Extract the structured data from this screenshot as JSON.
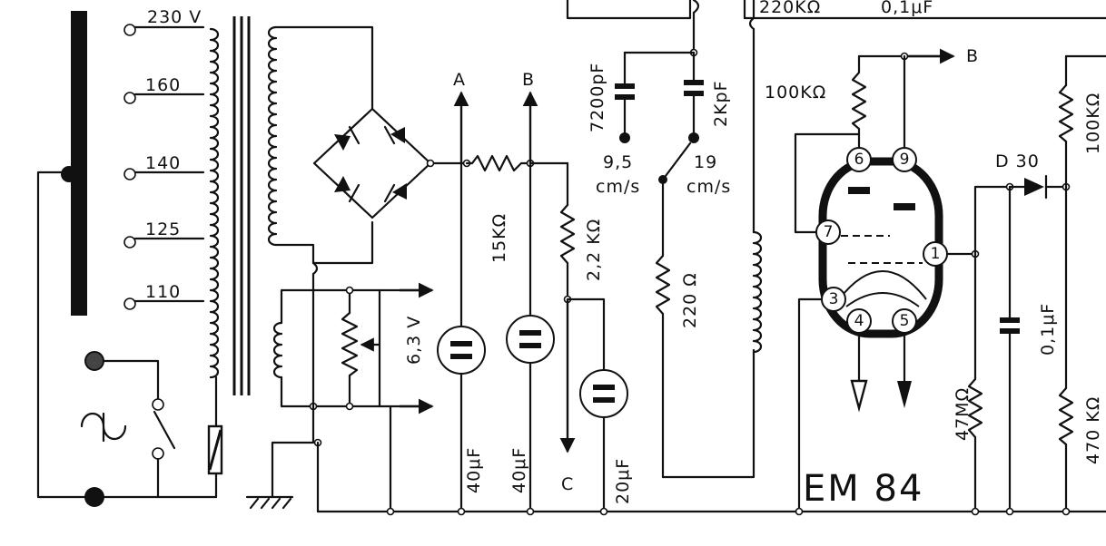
{
  "tap_labels": [
    "230 V",
    "160",
    "140",
    "125",
    "110"
  ],
  "heater_label": "6,3 V",
  "node_labels": {
    "a": "A",
    "b_top": "B",
    "b_right": "B",
    "c": "C"
  },
  "resistors": {
    "r15k": "15KΩ",
    "r22k": "2,2 KΩ",
    "r220k": "220KΩ",
    "r220": "220 Ω",
    "r100k_left": "100KΩ",
    "r100k_right": "100KΩ",
    "r47m": "47MΩ",
    "r470k": "470 KΩ"
  },
  "capacitors": {
    "c40a": "40μF",
    "c40b": "40μF",
    "c20": "20μF",
    "c7200": "7200pF",
    "c2k": "2KpF",
    "c01_top": "0,1μF",
    "c01_right": "0,1μF"
  },
  "speeds": {
    "s95_value": "9,5",
    "s95_unit": "cm/s",
    "s19_value": "19",
    "s19_unit": "cm/s"
  },
  "diode_label": "D 30",
  "tube_label": "EM 84",
  "tube_pins": [
    "6",
    "9",
    "7",
    "1",
    "3",
    "4",
    "5"
  ]
}
